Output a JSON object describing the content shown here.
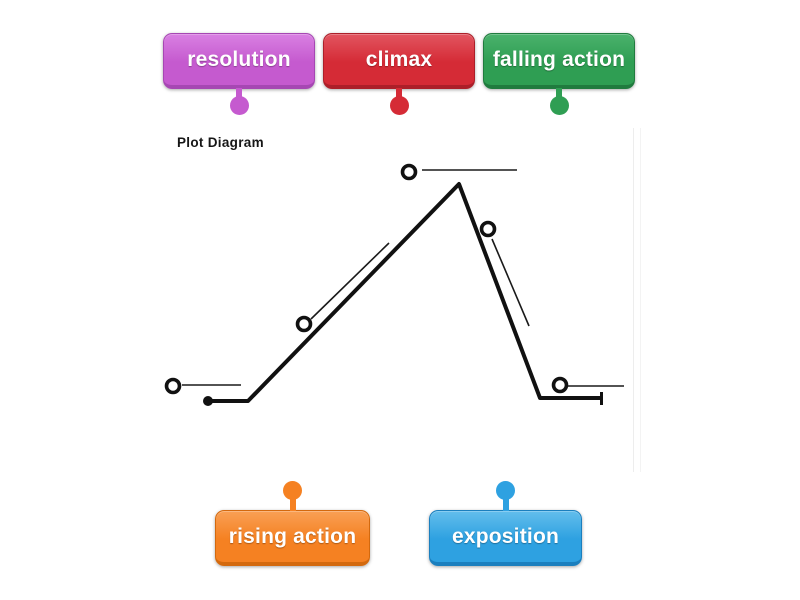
{
  "activity": {
    "type_hint": "labelled-diagram drag-and-drop",
    "diagram_title": "Plot Diagram"
  },
  "labels": [
    {
      "id": "resolution",
      "text": "resolution",
      "pin": "down",
      "colors": {
        "base": "#c55acf",
        "light": "#d980e2",
        "dark": "#a647b3"
      }
    },
    {
      "id": "climax",
      "text": "climax",
      "pin": "down",
      "colors": {
        "base": "#d52b36",
        "light": "#e25560",
        "dark": "#ac1f29"
      }
    },
    {
      "id": "falling-action",
      "text": "falling action",
      "pin": "down",
      "colors": {
        "base": "#2f9e53",
        "light": "#4ab26c",
        "dark": "#207b3e"
      }
    },
    {
      "id": "rising-action",
      "text": "rising action",
      "pin": "up",
      "colors": {
        "base": "#f58122",
        "light": "#f9a055",
        "dark": "#d3690e"
      }
    },
    {
      "id": "exposition",
      "text": "exposition",
      "pin": "up",
      "colors": {
        "base": "#2ea1e1",
        "light": "#63beec",
        "dark": "#1b7fbe"
      }
    }
  ],
  "figure": {
    "line_color": "#111111",
    "target_count": 5
  }
}
